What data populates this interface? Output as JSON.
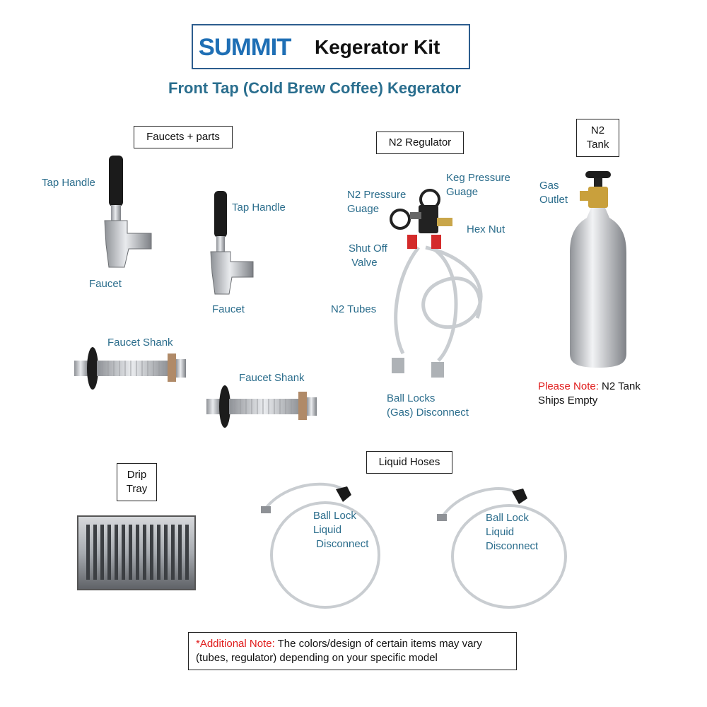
{
  "header": {
    "logo_text": "SUMMIT",
    "title": "Kegerator Kit",
    "subtitle": "Front Tap (Cold Brew Coffee) Kegerator"
  },
  "sections": {
    "faucets": "Faucets + parts",
    "regulator": "N2 Regulator",
    "tank_line1": "N2",
    "tank_line2": "Tank",
    "drip_line1": "Drip",
    "drip_line2": "Tray",
    "hoses": "Liquid Hoses"
  },
  "labels": {
    "tap_handle_1": "Tap Handle",
    "faucet_1": "Faucet",
    "tap_handle_2": "Tap Handle",
    "faucet_2": "Faucet",
    "shank_1": "Faucet Shank",
    "shank_2": "Faucet Shank",
    "n2_pressure": "N2 Pressure\nGuage",
    "keg_pressure": "Keg Pressure\nGuage",
    "hex_nut": "Hex Nut",
    "shut_off": "Shut Off\n Valve",
    "n2_tubes": "N2 Tubes",
    "ball_locks_gas": "Ball Locks\n(Gas) Disconnect",
    "gas_outlet": "Gas\nOutlet",
    "ball_lock_liquid_1": "Ball Lock\nLiquid\n Disconnect",
    "ball_lock_liquid_2": "Ball Lock\nLiquid\nDisconnect"
  },
  "notes": {
    "tank_note_prefix": "Please Note:",
    "tank_note_line1": " N2 Tank",
    "tank_note_line2": "Ships Empty",
    "additional_prefix": "*Additional Note:",
    "additional_line1": " The colors/design  of certain items may vary",
    "additional_line2": "(tubes, regulator) depending on your specific model"
  },
  "colors": {
    "brand_blue": "#1f6fb5",
    "label_teal": "#2b6d8c",
    "note_red": "#e01b1b"
  }
}
